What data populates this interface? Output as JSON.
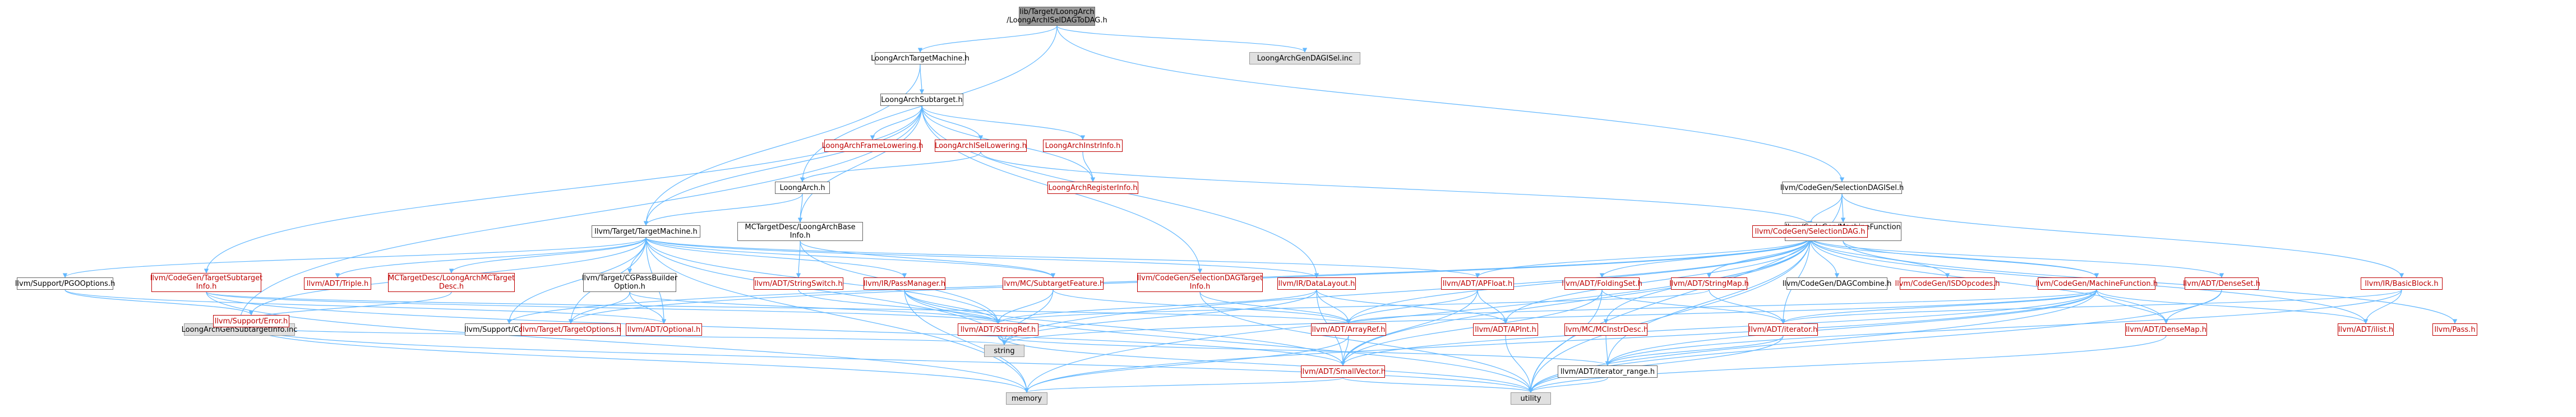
{
  "graph": {
    "colors": {
      "edge": "#63b8ff",
      "node_border": "#666666",
      "node_red": "#bf0000",
      "node_gray": "#e0e0e0",
      "node_focus": "#999999"
    },
    "nodes": [
      {
        "id": "root",
        "label": "lib/Target/LoongArch\n/LoongArchISelDAGToDAG.h",
        "style": "focus"
      },
      {
        "id": "ltm",
        "label": "LoongArchTargetMachine.h",
        "style": "normal"
      },
      {
        "id": "lgdisel",
        "label": "LoongArchGenDAGISel.inc",
        "style": "gray"
      },
      {
        "id": "lst",
        "label": "LoongArchSubtarget.h",
        "style": "normal"
      },
      {
        "id": "lfl",
        "label": "LoongArchFrameLowering.h",
        "style": "red"
      },
      {
        "id": "liseL",
        "label": "LoongArchISelLowering.h",
        "style": "red"
      },
      {
        "id": "linfo",
        "label": "LoongArchInstrInfo.h",
        "style": "red"
      },
      {
        "id": "la",
        "label": "LoongArch.h",
        "style": "normal"
      },
      {
        "id": "lreg",
        "label": "LoongArchRegisterInfo.h",
        "style": "red"
      },
      {
        "id": "sdisel",
        "label": "llvm/CodeGen/SelectionDAGISel.h",
        "style": "normal"
      },
      {
        "id": "mcbase",
        "label": "MCTargetDesc/LoongArchBase\nInfo.h",
        "style": "normal"
      },
      {
        "id": "tm",
        "label": "llvm/Target/TargetMachine.h",
        "style": "normal"
      },
      {
        "id": "mfp",
        "label": "llvm/CodeGen/MachineFunction\nPass.h",
        "style": "normal"
      },
      {
        "id": "sdag",
        "label": "llvm/CodeGen/SelectionDAG.h",
        "style": "red"
      },
      {
        "id": "pgo",
        "label": "llvm/Support/PGOOptions.h",
        "style": "normal"
      },
      {
        "id": "tsi",
        "label": "llvm/CodeGen/TargetSubtarget\nInfo.h",
        "style": "red"
      },
      {
        "id": "triple",
        "label": "llvm/ADT/Triple.h",
        "style": "red"
      },
      {
        "id": "mctd",
        "label": "MCTargetDesc/LoongArchMCTarget\nDesc.h",
        "style": "red"
      },
      {
        "id": "cgpass",
        "label": "llvm/Target/CGPassBuilder\nOption.h",
        "style": "normal"
      },
      {
        "id": "strsw",
        "label": "llvm/ADT/StringSwitch.h",
        "style": "red"
      },
      {
        "id": "pm",
        "label": "llvm/IR/PassManager.h",
        "style": "red"
      },
      {
        "id": "mcsf",
        "label": "llvm/MC/SubtargetFeature.h",
        "style": "red"
      },
      {
        "id": "sdti",
        "label": "llvm/CodeGen/SelectionDAGTarget\nInfo.h",
        "style": "red"
      },
      {
        "id": "dl",
        "label": "llvm/IR/DataLayout.h",
        "style": "red"
      },
      {
        "id": "apfloat",
        "label": "llvm/ADT/APFloat.h",
        "style": "red"
      },
      {
        "id": "fset",
        "label": "llvm/ADT/FoldingSet.h",
        "style": "red"
      },
      {
        "id": "smap",
        "label": "llvm/ADT/StringMap.h",
        "style": "red"
      },
      {
        "id": "dagc",
        "label": "llvm/CodeGen/DAGCombine.h",
        "style": "normal"
      },
      {
        "id": "isdop",
        "label": "llvm/CodeGen/ISDOpcodes.h",
        "style": "red"
      },
      {
        "id": "mf",
        "label": "llvm/CodeGen/MachineFunction.h",
        "style": "red"
      },
      {
        "id": "dset",
        "label": "llvm/ADT/DenseSet.h",
        "style": "red"
      },
      {
        "id": "bb",
        "label": "llvm/IR/BasicBlock.h",
        "style": "red"
      },
      {
        "id": "lgsti",
        "label": "LoongArchGenSubtargetInfo.inc",
        "style": "gray"
      },
      {
        "id": "err",
        "label": "llvm/Support/Error.h",
        "style": "red"
      },
      {
        "id": "cg",
        "label": "llvm/Support/CodeGen.h",
        "style": "normal"
      },
      {
        "id": "tgtopt",
        "label": "llvm/Target/TargetOptions.h",
        "style": "red"
      },
      {
        "id": "opt",
        "label": "llvm/ADT/Optional.h",
        "style": "red"
      },
      {
        "id": "strref",
        "label": "llvm/ADT/StringRef.h",
        "style": "red"
      },
      {
        "id": "string",
        "label": "string",
        "style": "gray"
      },
      {
        "id": "aref",
        "label": "llvm/ADT/ArrayRef.h",
        "style": "red"
      },
      {
        "id": "apint",
        "label": "llvm/ADT/APInt.h",
        "style": "red"
      },
      {
        "id": "mcinst",
        "label": "llvm/MC/MCInstrDesc.h",
        "style": "red"
      },
      {
        "id": "iter",
        "label": "llvm/ADT/iterator.h",
        "style": "red"
      },
      {
        "id": "dmap",
        "label": "llvm/ADT/DenseMap.h",
        "style": "red"
      },
      {
        "id": "ilist",
        "label": "llvm/ADT/ilist.h",
        "style": "red"
      },
      {
        "id": "pass",
        "label": "llvm/Pass.h",
        "style": "red"
      },
      {
        "id": "itrange",
        "label": "llvm/ADT/iterator_range.h",
        "style": "normal"
      },
      {
        "id": "svec",
        "label": "llvm/ADT/SmallVector.h",
        "style": "red"
      },
      {
        "id": "memory",
        "label": "memory",
        "style": "gray"
      },
      {
        "id": "utility",
        "label": "utility",
        "style": "gray"
      }
    ],
    "edges": [
      [
        "root",
        "ltm"
      ],
      [
        "root",
        "lgdisel"
      ],
      [
        "root",
        "la"
      ],
      [
        "root",
        "sdisel"
      ],
      [
        "ltm",
        "lst"
      ],
      [
        "ltm",
        "tm"
      ],
      [
        "lst",
        "lfl"
      ],
      [
        "lst",
        "liseL"
      ],
      [
        "lst",
        "linfo"
      ],
      [
        "lst",
        "lreg"
      ],
      [
        "lst",
        "mcbase"
      ],
      [
        "lst",
        "tm"
      ],
      [
        "lst",
        "tsi"
      ],
      [
        "lst",
        "lgsti"
      ],
      [
        "lst",
        "sdti"
      ],
      [
        "lst",
        "dl"
      ],
      [
        "liseL",
        "la"
      ],
      [
        "liseL",
        "sdag"
      ],
      [
        "linfo",
        "lreg"
      ],
      [
        "la",
        "mcbase"
      ],
      [
        "la",
        "tm"
      ],
      [
        "mcbase",
        "mcsf"
      ],
      [
        "mcbase",
        "strsw"
      ],
      [
        "mcbase",
        "strref"
      ],
      [
        "sdisel",
        "sdag"
      ],
      [
        "sdisel",
        "mfp"
      ],
      [
        "sdisel",
        "bb"
      ],
      [
        "sdisel",
        "utility"
      ],
      [
        "mfp",
        "mf"
      ],
      [
        "mfp",
        "pass"
      ],
      [
        "tm",
        "pgo"
      ],
      [
        "tm",
        "triple"
      ],
      [
        "tm",
        "mctd"
      ],
      [
        "tm",
        "cgpass"
      ],
      [
        "tm",
        "pm"
      ],
      [
        "tm",
        "mcsf"
      ],
      [
        "tm",
        "dl"
      ],
      [
        "tm",
        "tgtopt"
      ],
      [
        "tm",
        "opt"
      ],
      [
        "tm",
        "strref"
      ],
      [
        "tm",
        "cg"
      ],
      [
        "tm",
        "err"
      ],
      [
        "tm",
        "memory"
      ],
      [
        "tm",
        "string"
      ],
      [
        "tm",
        "apfloat"
      ],
      [
        "pgo",
        "err"
      ],
      [
        "pgo",
        "opt"
      ],
      [
        "tsi",
        "strref"
      ],
      [
        "tsi",
        "memory"
      ],
      [
        "tsi",
        "aref"
      ],
      [
        "tsi",
        "svec"
      ],
      [
        "mctd",
        "lgsti"
      ],
      [
        "cgpass",
        "opt"
      ],
      [
        "cgpass",
        "tgtopt"
      ],
      [
        "cgpass",
        "strref"
      ],
      [
        "strsw",
        "strref"
      ],
      [
        "pm",
        "strref"
      ],
      [
        "pm",
        "svec"
      ],
      [
        "pm",
        "memory"
      ],
      [
        "pm",
        "utility"
      ],
      [
        "mcsf",
        "strref"
      ],
      [
        "mcsf",
        "string"
      ],
      [
        "mcsf",
        "aref"
      ],
      [
        "sdti",
        "aref"
      ],
      [
        "sdti",
        "utility"
      ],
      [
        "dl",
        "strref"
      ],
      [
        "dl",
        "aref"
      ],
      [
        "dl",
        "svec"
      ],
      [
        "dl",
        "string"
      ],
      [
        "dl",
        "apint"
      ],
      [
        "sdag",
        "apfloat"
      ],
      [
        "sdag",
        "fset"
      ],
      [
        "sdag",
        "smap"
      ],
      [
        "sdag",
        "dagc"
      ],
      [
        "sdag",
        "isdop"
      ],
      [
        "sdag",
        "mf"
      ],
      [
        "sdag",
        "dset"
      ],
      [
        "sdag",
        "aref"
      ],
      [
        "sdag",
        "apint"
      ],
      [
        "sdag",
        "iter"
      ],
      [
        "sdag",
        "dmap"
      ],
      [
        "sdag",
        "ilist"
      ],
      [
        "sdag",
        "svec"
      ],
      [
        "sdag",
        "cg"
      ],
      [
        "sdag",
        "memory"
      ],
      [
        "sdag",
        "utility"
      ],
      [
        "sdag",
        "string"
      ],
      [
        "sdag",
        "mcinst"
      ],
      [
        "sdag",
        "itrange"
      ],
      [
        "sdag",
        "tgtopt"
      ],
      [
        "apfloat",
        "apint"
      ],
      [
        "apfloat",
        "aref"
      ],
      [
        "apfloat",
        "svec"
      ],
      [
        "fset",
        "iter"
      ],
      [
        "fset",
        "svec"
      ],
      [
        "fset",
        "utility"
      ],
      [
        "smap",
        "iter"
      ],
      [
        "smap",
        "strref"
      ],
      [
        "mf",
        "aref"
      ],
      [
        "mf",
        "dmap"
      ],
      [
        "mf",
        "svec"
      ],
      [
        "mf",
        "ilist"
      ],
      [
        "mf",
        "iter"
      ],
      [
        "mf",
        "itrange"
      ],
      [
        "mf",
        "utility"
      ],
      [
        "mf",
        "memory"
      ],
      [
        "mf",
        "string"
      ],
      [
        "dset",
        "dmap"
      ],
      [
        "dset",
        "utility"
      ],
      [
        "bb",
        "ilist"
      ],
      [
        "bb",
        "iter"
      ],
      [
        "bb",
        "itrange"
      ],
      [
        "err",
        "utility"
      ],
      [
        "err",
        "memory"
      ],
      [
        "err",
        "string"
      ],
      [
        "strref",
        "string"
      ],
      [
        "strref",
        "utility"
      ],
      [
        "strref",
        "itrange"
      ],
      [
        "aref",
        "svec"
      ],
      [
        "aref",
        "memory"
      ],
      [
        "apint",
        "utility"
      ],
      [
        "mcinst",
        "itrange"
      ],
      [
        "iter",
        "itrange"
      ],
      [
        "iter",
        "utility"
      ],
      [
        "dmap",
        "utility"
      ],
      [
        "itrange",
        "utility"
      ],
      [
        "svec",
        "memory"
      ],
      [
        "svec",
        "utility"
      ]
    ]
  }
}
